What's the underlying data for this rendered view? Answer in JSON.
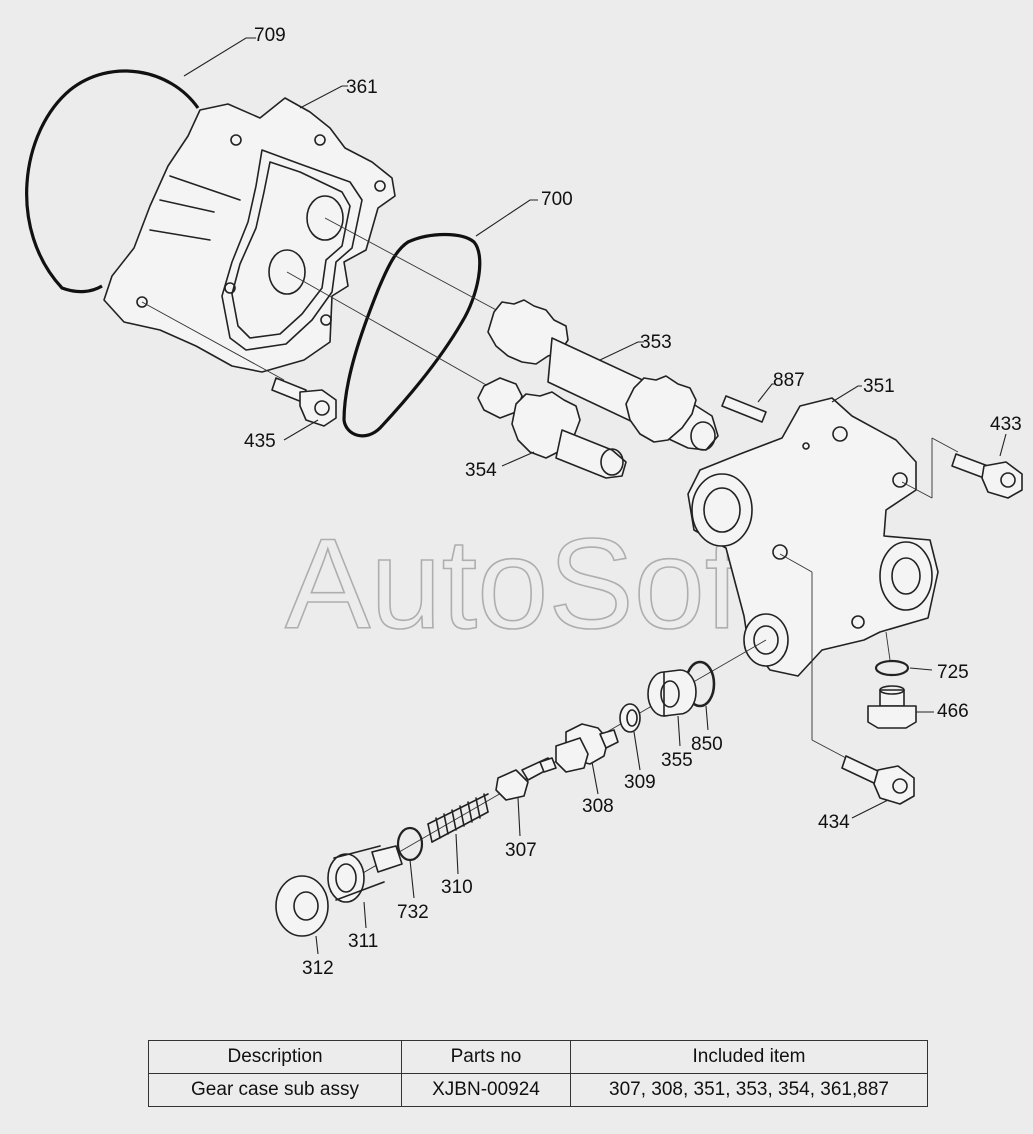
{
  "watermark": "AutoSoft",
  "callouts": {
    "c709": "709",
    "c361": "361",
    "c700": "700",
    "c353": "353",
    "c887": "887",
    "c351": "351",
    "c433": "433",
    "c435": "435",
    "c354": "354",
    "c725": "725",
    "c466": "466",
    "c850": "850",
    "c355": "355",
    "c309": "309",
    "c308": "308",
    "c434": "434",
    "c307": "307",
    "c310": "310",
    "c732": "732",
    "c311": "311",
    "c312": "312"
  },
  "table": {
    "headers": [
      "Description",
      "Parts no",
      "Included item"
    ],
    "rows": [
      [
        "Gear case sub assy",
        "XJBN-00924",
        "307, 308, 351, 353, 354, 361,887"
      ]
    ]
  }
}
